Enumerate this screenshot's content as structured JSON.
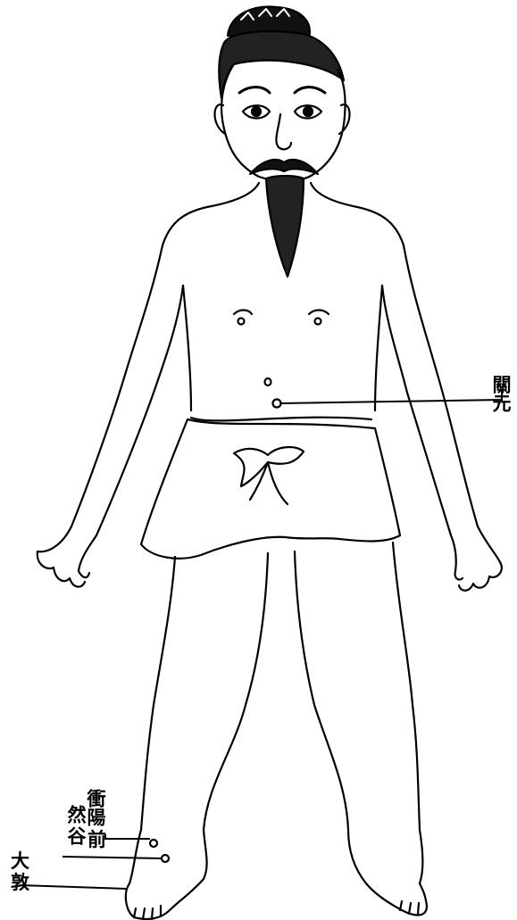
{
  "labels": {
    "guanyuan": "關元",
    "chongyang": "衝陽",
    "rangu_top": "然",
    "rangu_mid": "谷",
    "qian": "前",
    "dadun_top": "大",
    "dadun_bottom": "敦"
  },
  "colors": {
    "ink": "#000000",
    "paper": "#ffffff"
  }
}
